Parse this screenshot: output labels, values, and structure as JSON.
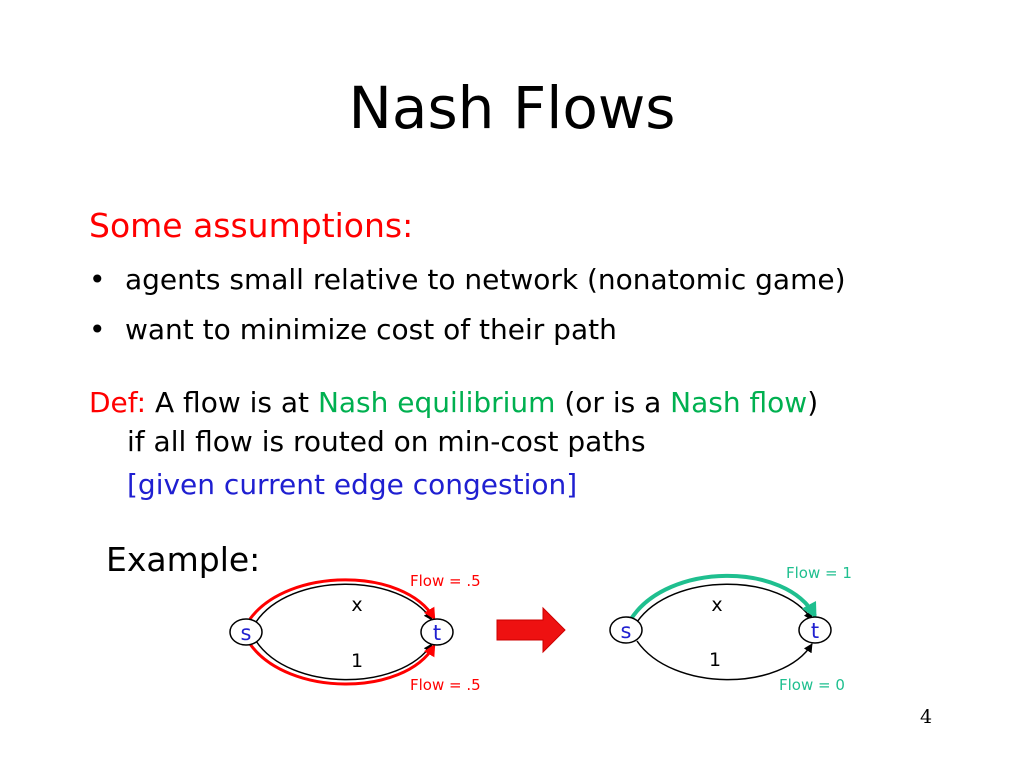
{
  "title": "Nash Flows",
  "assumptions_heading": "Some assumptions:",
  "bullets": [
    "agents small relative to network (nonatomic game)",
    "want to minimize cost of their path"
  ],
  "definition": {
    "prefix": "Def:",
    "part1": "A flow is at",
    "term1": "Nash equilibrium",
    "part2": "(or is a",
    "term2": "Nash flow",
    "part3": ")",
    "line2": "if all flow is routed on min-cost paths",
    "line3": "[given current edge congestion]"
  },
  "example_label": "Example:",
  "diagram_left": {
    "source": "s",
    "sink": "t",
    "top_edge_cost": "x",
    "bottom_edge_cost": "1",
    "top_flow_label": "Flow = .5",
    "bottom_flow_label": "Flow = .5"
  },
  "diagram_right": {
    "source": "s",
    "sink": "t",
    "top_edge_cost": "x",
    "bottom_edge_cost": "1",
    "top_flow_label": "Flow = 1",
    "bottom_flow_label": "Flow = 0"
  },
  "slide_number": "4",
  "colors": {
    "accent_red": "#ff0000",
    "term_green": "#00b050",
    "note_blue": "#1f1fd1",
    "flow_teal": "#1fbf8f",
    "node_blue": "#2020d0"
  }
}
